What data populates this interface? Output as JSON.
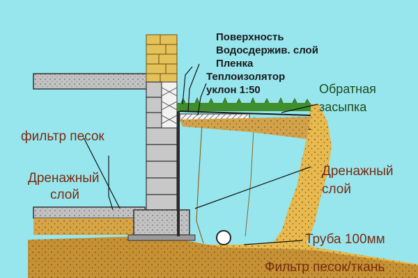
{
  "labels": {
    "surface": "Поверхность",
    "water_barrier": "Водосдержив. слой",
    "film": "Пленка",
    "insulation": "Теплоизолятор",
    "slope": "уклон 1:50",
    "backfill_line1": "Обратная",
    "backfill_line2": "засыпка",
    "filter_sand": "фильтр песок",
    "drain_left_line1": "Дренажный",
    "drain_left_line2": "слой",
    "drain_right_line1": "Дренажный",
    "drain_right_line2": "слой",
    "pipe": "Труба 100мм",
    "filter_fabric": "Фильтр песок/ткань"
  },
  "colors": {
    "background": "#97e6ee",
    "concrete": "#c2c2c2",
    "brick": "#e3c25a",
    "sand": "#e7b94e",
    "soil": "#b58a3a",
    "grass": "#3f8f2f",
    "label_dark": "#1a1a1a",
    "label_red": "#7a2b10",
    "label_green": "#1f4a1f"
  }
}
